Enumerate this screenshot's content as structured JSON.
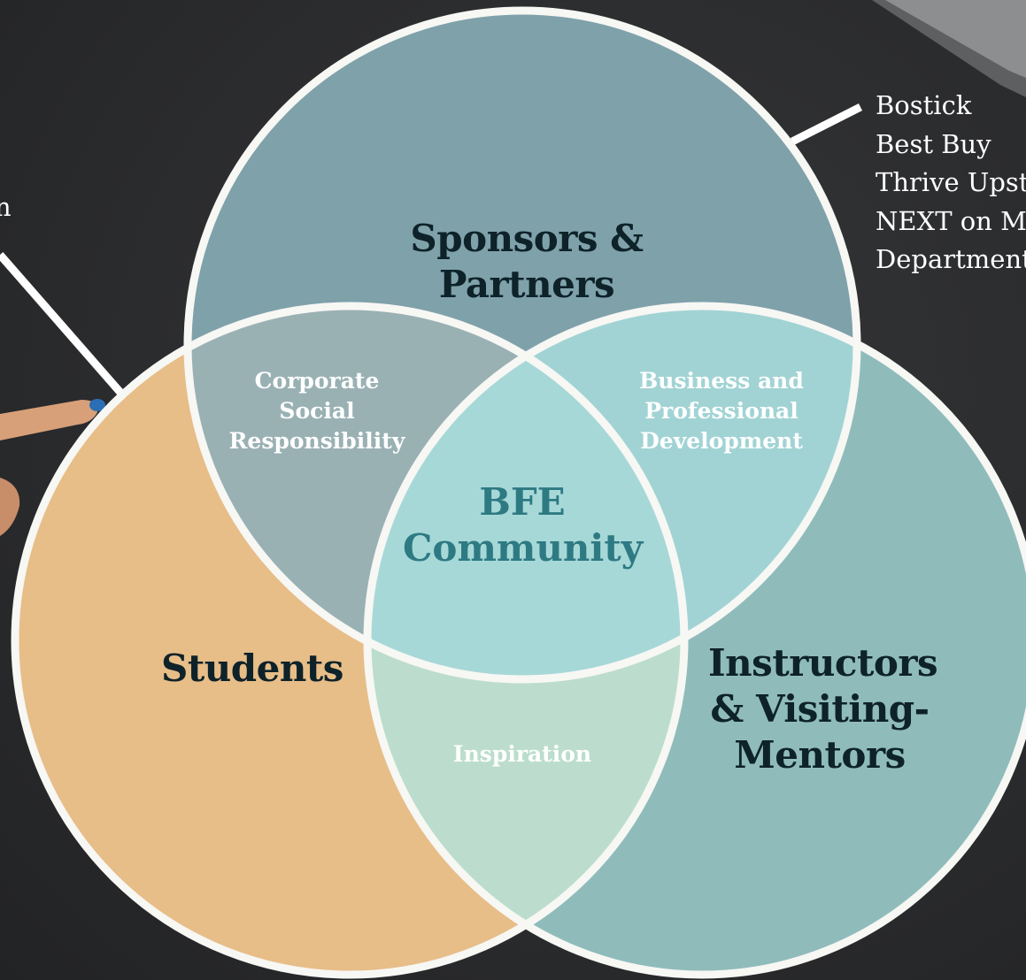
{
  "diagram": {
    "sets": {
      "sponsors": "Sponsors & Partners",
      "students": "Students",
      "instructors": "Instructors & Visiting-Mentors"
    },
    "overlaps": {
      "sponsors_students": "Corporate Social Responsibility",
      "sponsors_instructors": "Business and Professional Development",
      "students_instructors": "Inspiration",
      "center": "BFE Community"
    },
    "sponsor_list": [
      "Bostick",
      "Best Buy",
      "Thrive Upsta",
      "NEXT on Ma",
      "Department"
    ],
    "left_fragment": "n",
    "colors": {
      "background": "#2a2b2d",
      "sponsors": "#7fa1aa",
      "students": "#e7bd88",
      "instructors": "#8fbcbb",
      "sponsors_students": "#9ab1b4",
      "sponsors_instructors": "#a1d3d4",
      "students_instructors": "#bcddcd",
      "center": "#a7d8d8",
      "outline": "#f7f7f4",
      "center_text": "#2e7a83",
      "set_text": "#0e2229"
    }
  }
}
